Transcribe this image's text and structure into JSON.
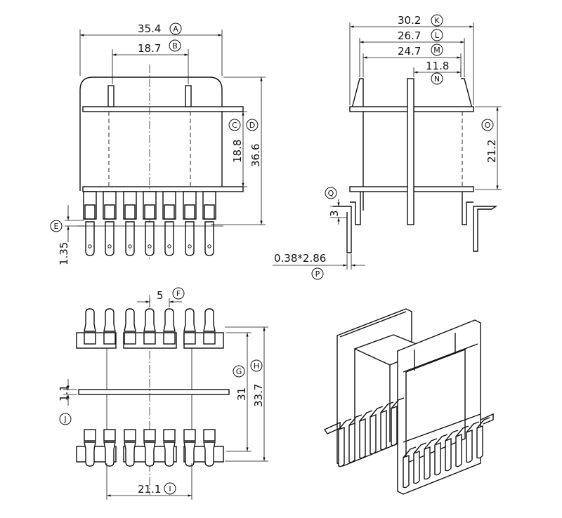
{
  "dimensions": {
    "A": {
      "value": "35.4",
      "label": "A"
    },
    "B": {
      "value": "18.7",
      "label": "B"
    },
    "C": {
      "value": "18.8",
      "label": "C"
    },
    "D": {
      "value": "36.6",
      "label": "D"
    },
    "E": {
      "value": "1.35",
      "label": "E"
    },
    "F": {
      "value": "5",
      "label": "F"
    },
    "G": {
      "value": "31",
      "label": "G"
    },
    "H": {
      "value": "33.7",
      "label": "H"
    },
    "I": {
      "value": "21.1",
      "label": "I"
    },
    "J": {
      "value": "1.1",
      "label": "J"
    },
    "K": {
      "value": "30.2",
      "label": "K"
    },
    "L": {
      "value": "26.7",
      "label": "L"
    },
    "M": {
      "value": "24.7",
      "label": "M"
    },
    "N": {
      "value": "11.8",
      "label": "N"
    },
    "O": {
      "value": "21.2",
      "label": "O"
    },
    "P": {
      "value": "0.38*2.86",
      "label": "P"
    },
    "Q": {
      "value": "3",
      "label": "Q"
    }
  }
}
